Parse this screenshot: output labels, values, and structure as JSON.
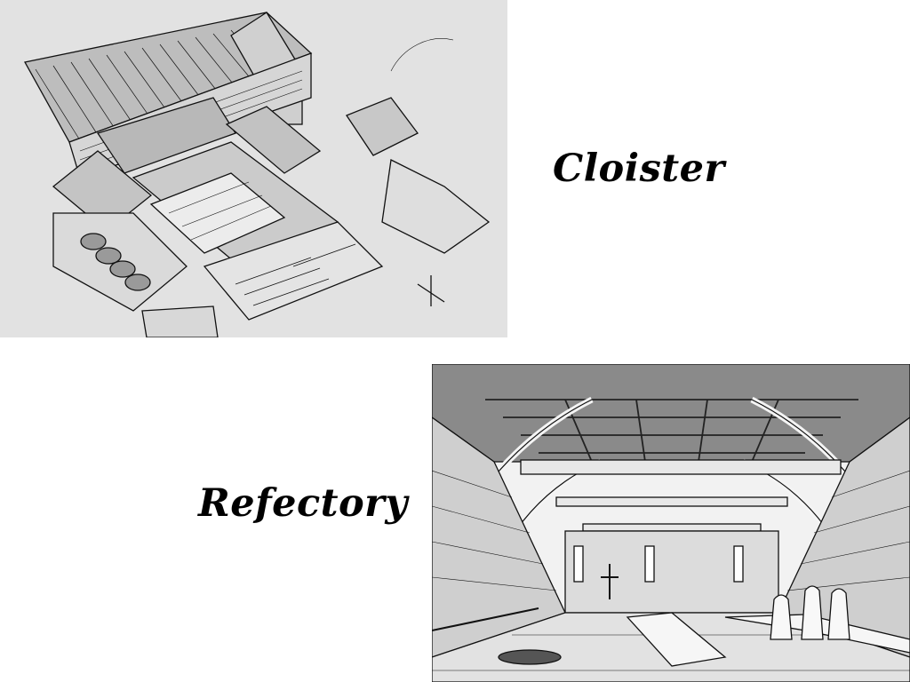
{
  "slide": {
    "cloister": {
      "caption": "Cloister",
      "illustration": "cloister-monastery-sketch"
    },
    "refectory": {
      "caption": "Refectory",
      "illustration": "refectory-interior-sketch"
    }
  },
  "colors": {
    "background": "#ffffff",
    "ink": "#000000",
    "paper_cloister": "#e2e2e2",
    "paper_refectory": "#f2f2f2"
  }
}
